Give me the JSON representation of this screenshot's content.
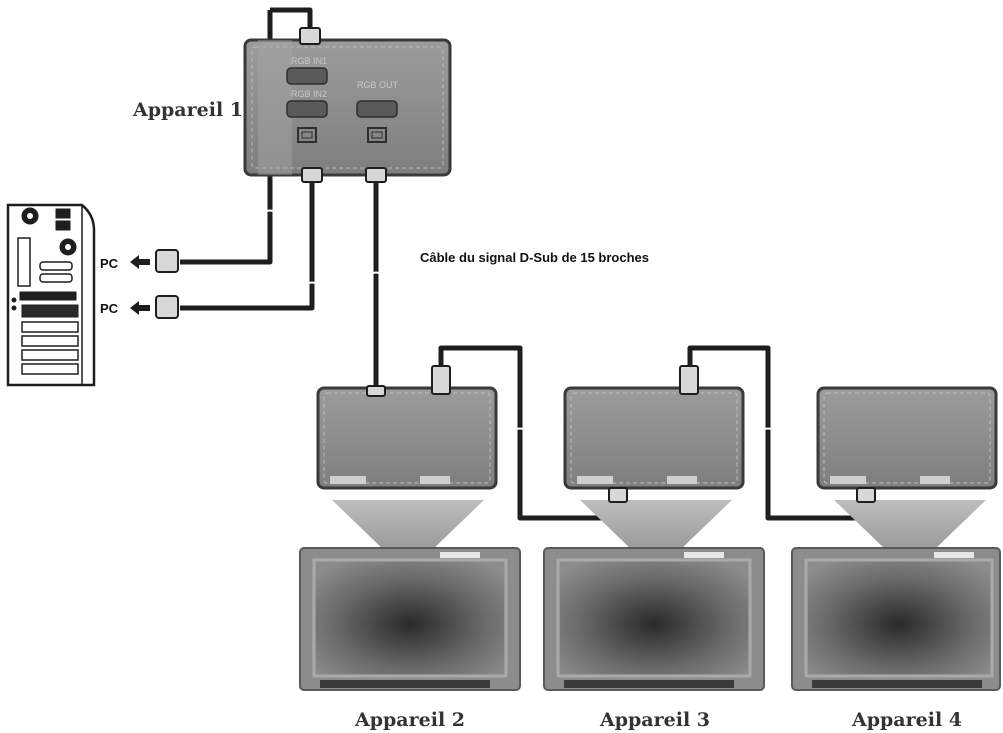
{
  "labels": {
    "device1": "Appareil 1",
    "device2": "Appareil 2",
    "device3": "Appareil 3",
    "device4": "Appareil 4",
    "cable": "Câble du signal D-Sub de 15 broches",
    "pc_top": "PC",
    "pc_bottom": "PC"
  },
  "ports": {
    "rgb_in1": "RGB IN1",
    "rgb_in2": "RGB IN2",
    "rgb_out": "RGB OUT"
  },
  "colors": {
    "cable": "#1e1e1e",
    "panel_fill": "#8f8f8f",
    "panel_border": "#3a3a3a",
    "screen_fill": "#7a7a7a",
    "text_dark": "#333333"
  },
  "icons": {
    "arrow": "left-arrow-icon",
    "connector": "d-sub-connector-icon",
    "monitor": "monitor-icon",
    "pc": "pc-tower-icon"
  }
}
